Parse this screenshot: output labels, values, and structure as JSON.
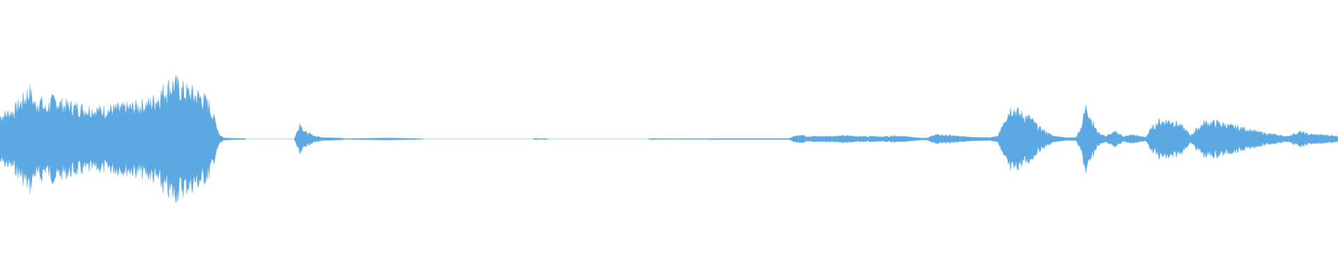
{
  "waveform": {
    "color": "#5ca8e2",
    "background": "#ffffff",
    "envelope": [
      [
        0.0,
        0.2
      ],
      [
        0.01,
        0.24
      ],
      [
        0.018,
        0.35
      ],
      [
        0.022,
        0.42
      ],
      [
        0.026,
        0.3
      ],
      [
        0.03,
        0.34
      ],
      [
        0.034,
        0.26
      ],
      [
        0.038,
        0.32
      ],
      [
        0.042,
        0.34
      ],
      [
        0.046,
        0.3
      ],
      [
        0.055,
        0.28
      ],
      [
        0.065,
        0.26
      ],
      [
        0.075,
        0.25
      ],
      [
        0.085,
        0.26
      ],
      [
        0.095,
        0.27
      ],
      [
        0.105,
        0.29
      ],
      [
        0.112,
        0.31
      ],
      [
        0.118,
        0.36
      ],
      [
        0.124,
        0.44
      ],
      [
        0.13,
        0.48
      ],
      [
        0.136,
        0.43
      ],
      [
        0.142,
        0.4
      ],
      [
        0.15,
        0.37
      ],
      [
        0.156,
        0.3
      ],
      [
        0.16,
        0.18
      ],
      [
        0.164,
        0.04
      ],
      [
        0.167,
        0.008
      ],
      [
        0.175,
        0.004
      ],
      [
        0.183,
        0.003
      ],
      [
        0.184,
        0.0
      ],
      [
        0.22,
        0.0
      ],
      [
        0.222,
        0.06
      ],
      [
        0.224,
        0.14
      ],
      [
        0.228,
        0.06
      ],
      [
        0.234,
        0.03
      ],
      [
        0.24,
        0.01
      ],
      [
        0.255,
        0.006
      ],
      [
        0.258,
        0.002
      ],
      [
        0.27,
        0.004
      ],
      [
        0.29,
        0.007
      ],
      [
        0.305,
        0.004
      ],
      [
        0.315,
        0.002
      ],
      [
        0.316,
        0.0
      ],
      [
        0.398,
        0.0
      ],
      [
        0.4,
        0.004
      ],
      [
        0.402,
        0.002
      ],
      [
        0.408,
        0.003
      ],
      [
        0.41,
        0.0
      ],
      [
        0.484,
        0.0
      ],
      [
        0.486,
        0.003
      ],
      [
        0.5,
        0.002
      ],
      [
        0.54,
        0.003
      ],
      [
        0.59,
        0.003
      ],
      [
        0.594,
        0.022
      ],
      [
        0.598,
        0.04
      ],
      [
        0.602,
        0.024
      ],
      [
        0.612,
        0.022
      ],
      [
        0.63,
        0.028
      ],
      [
        0.65,
        0.02
      ],
      [
        0.66,
        0.014
      ],
      [
        0.668,
        0.03
      ],
      [
        0.676,
        0.018
      ],
      [
        0.684,
        0.01
      ],
      [
        0.69,
        0.006
      ],
      [
        0.694,
        0.008
      ],
      [
        0.698,
        0.036
      ],
      [
        0.71,
        0.03
      ],
      [
        0.718,
        0.02
      ],
      [
        0.726,
        0.012
      ],
      [
        0.74,
        0.01
      ],
      [
        0.746,
        0.02
      ],
      [
        0.75,
        0.16
      ],
      [
        0.756,
        0.28
      ],
      [
        0.762,
        0.22
      ],
      [
        0.77,
        0.18
      ],
      [
        0.776,
        0.1
      ],
      [
        0.782,
        0.06
      ],
      [
        0.788,
        0.02
      ],
      [
        0.796,
        0.01
      ],
      [
        0.804,
        0.01
      ],
      [
        0.808,
        0.1
      ],
      [
        0.812,
        0.3
      ],
      [
        0.816,
        0.16
      ],
      [
        0.82,
        0.06
      ],
      [
        0.826,
        0.024
      ],
      [
        0.834,
        0.06
      ],
      [
        0.84,
        0.02
      ],
      [
        0.846,
        0.036
      ],
      [
        0.852,
        0.022
      ],
      [
        0.856,
        0.01
      ],
      [
        0.86,
        0.08
      ],
      [
        0.866,
        0.15
      ],
      [
        0.876,
        0.16
      ],
      [
        0.884,
        0.1
      ],
      [
        0.89,
        0.03
      ],
      [
        0.894,
        0.08
      ],
      [
        0.9,
        0.14
      ],
      [
        0.91,
        0.14
      ],
      [
        0.92,
        0.11
      ],
      [
        0.93,
        0.09
      ],
      [
        0.94,
        0.06
      ],
      [
        0.95,
        0.04
      ],
      [
        0.958,
        0.03
      ],
      [
        0.962,
        0.02
      ],
      [
        0.966,
        0.04
      ],
      [
        0.972,
        0.06
      ],
      [
        0.978,
        0.04
      ],
      [
        0.986,
        0.036
      ],
      [
        0.994,
        0.03
      ],
      [
        1.0,
        0.026
      ]
    ]
  }
}
